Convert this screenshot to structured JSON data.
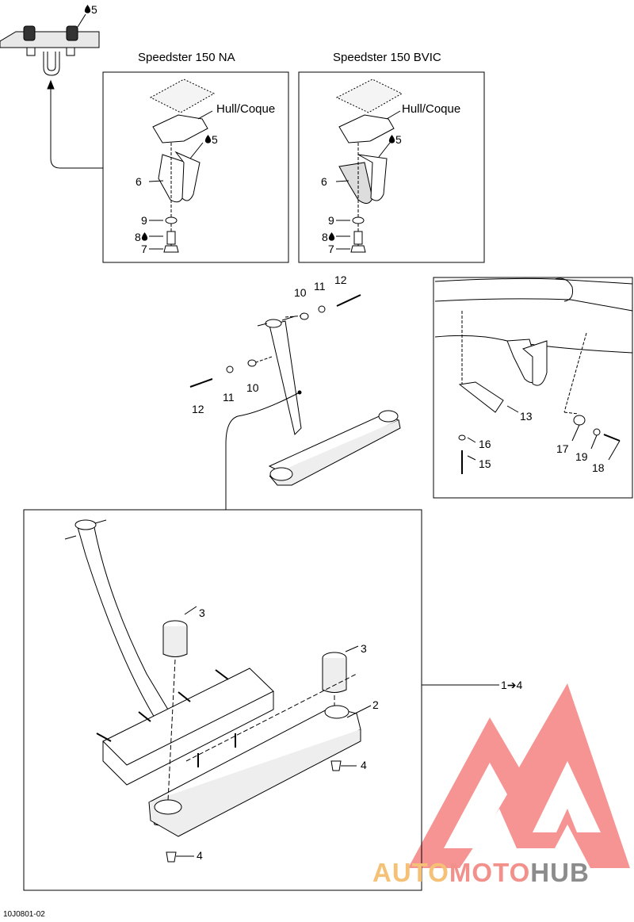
{
  "diagram": {
    "titles": {
      "na": "Speedster 150 NA",
      "bvic": "Speedster 150 BVIC"
    },
    "hull_na": "Hull/Coque",
    "hull_bvic": "Hull/Coque",
    "callouts": {
      "c5_top": "5",
      "c5_na": "5",
      "c6_na": "6",
      "c9_na": "9",
      "c8_na": "8",
      "c7_na": "7",
      "c5_bv": "5",
      "c6_bv": "6",
      "c9_bv": "9",
      "c8_bv": "8",
      "c7_bv": "7",
      "c10a": "10",
      "c11a": "11",
      "c12a": "12",
      "c12b": "12",
      "c11b": "11",
      "c10b": "10",
      "c13": "13",
      "c16": "16",
      "c15": "15",
      "c17": "17",
      "c19": "19",
      "c18": "18",
      "c3a": "3",
      "c3b": "3",
      "c2": "2",
      "c4a": "4",
      "c4b": "4",
      "c1to4": "1➔4"
    },
    "drawing_code": "10J0801-02"
  },
  "watermark": {
    "part1": "AUTO",
    "part2": "MOTO",
    "part3": "HUB",
    "colors": {
      "orange": "#f5c177",
      "red": "#f2908c",
      "gray": "#8c8c8c"
    }
  },
  "icons": {
    "drop": "sealant-drop-icon"
  }
}
